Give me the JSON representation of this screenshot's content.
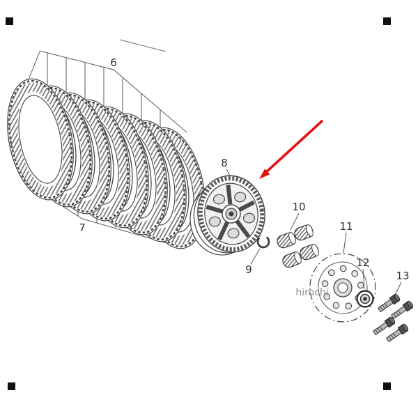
{
  "diagram": {
    "watermark": "hirochi",
    "labels": {
      "p6": "6",
      "p7": "7",
      "p8": "8",
      "p9": "9",
      "p10": "10",
      "p11": "11",
      "p12": "12",
      "p13": "13"
    },
    "colors": {
      "line": "#3f3f3f",
      "arrow_red": "#e11212",
      "watermark_gray": "#8f8f8f",
      "corner_mark": "#101010"
    }
  }
}
